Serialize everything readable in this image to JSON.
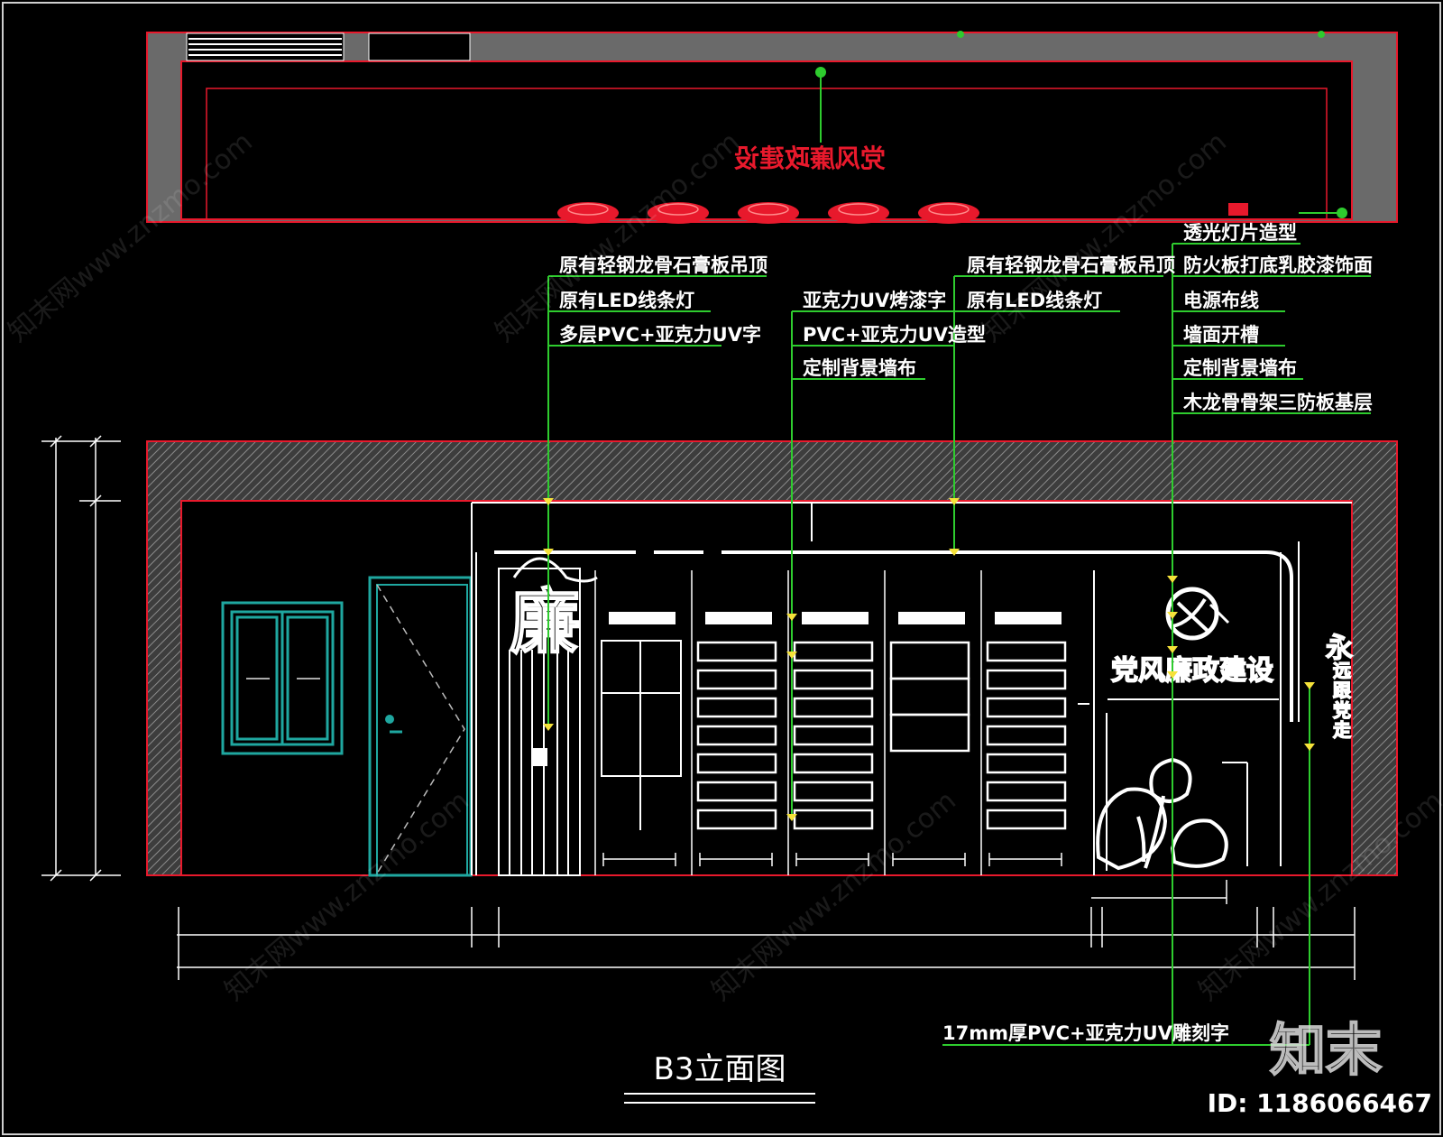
{
  "drawing": {
    "title": "B3立面图",
    "top_sign_text": "党风廉政建设",
    "wall_headline": "党风廉政建设",
    "side_text": "永远跟党走",
    "side_chars": [
      "永",
      "远",
      "跟",
      "党",
      "走"
    ],
    "side_char_count": 5,
    "left_big_char": "廉",
    "lamp_count": 5,
    "panel_count": 5
  },
  "colors": {
    "background": "#000000",
    "wall_outline": "#e8192c",
    "wall_fill": "#666666",
    "leader_line": "#2ecc2e",
    "marker": "#f5e23a",
    "drawing_line": "#ffffff",
    "door_window": "#1fa7a0"
  },
  "labels": {
    "group_left": [
      "原有轻钢龙骨石膏板吊顶",
      "原有LED线条灯",
      "多层PVC+亚克力UV字"
    ],
    "group_mid": [
      "亚克力UV烤漆字",
      "PVC+亚克力UV造型",
      "定制背景墙布"
    ],
    "group_mid_right": [
      "原有轻钢龙骨石膏板吊顶",
      "原有LED线条灯"
    ],
    "group_right": [
      "透光灯片造型",
      "防火板打底乳胶漆饰面",
      "电源布线",
      "墙面开槽",
      "定制背景墙布",
      "木龙骨骨架三防板基层"
    ],
    "bottom": "17mm厚PVC+亚克力UV雕刻字"
  },
  "watermark": {
    "brand": "知末",
    "id_text": "ID: 1186066467",
    "diagonal_text": "知末网www.znzmo.com"
  }
}
